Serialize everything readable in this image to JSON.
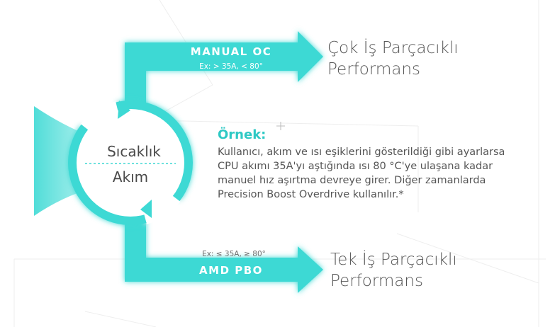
{
  "colors": {
    "accent": "#3dd9d4",
    "glow": "#aef3f0",
    "title_accent": "#2ec9c4",
    "text": "#555555"
  },
  "circle": {
    "top_label": "Sıcaklık",
    "bottom_label": "Akım"
  },
  "top_branch": {
    "tag": "MANUAL OC",
    "condition": "Ex: > 35A, < 80°",
    "result_line1": "Çok İş Parçacıklı",
    "result_line2": "Performans"
  },
  "bottom_branch": {
    "tag": "AMD PBO",
    "condition": "Ex: ≤ 35A, ≥ 80°",
    "result_line1": "Tek İş Parçacıklı",
    "result_line2": "Performans"
  },
  "example": {
    "title": "Örnek:",
    "lines": [
      "Kullanıcı, akım ve ısı eşiklerini gösterildiği gibi ayarlarsa",
      "CPU akımı 35A'yı aştığında ısı 80 °C'ye ulaşana kadar",
      "manuel hız aşırtma devreye girer. Diğer zamanlarda",
      "Precision Boost Overdrive kullanılır.*"
    ]
  }
}
